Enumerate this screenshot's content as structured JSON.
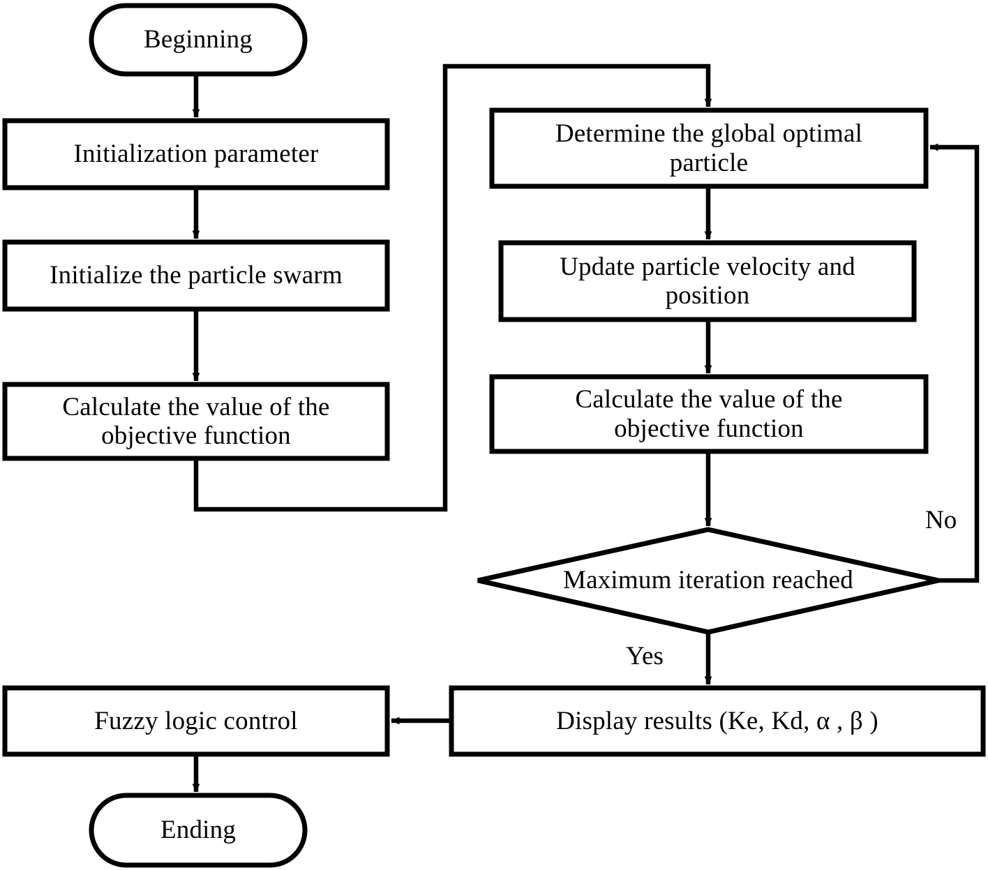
{
  "diagram": {
    "title": "PSO optimized fuzzy logic control flowchart",
    "stroke_color": "#000000",
    "fill_color": "#ffffff",
    "background": "#ffffff"
  },
  "nodes": {
    "beginning": {
      "label": "Beginning",
      "shape": "stadium"
    },
    "init_parameter": {
      "label": "Initialization parameter",
      "shape": "rect"
    },
    "init_swarm": {
      "label": "Initialize the particle swarm",
      "shape": "rect"
    },
    "calc_objective_left": {
      "label": "Calculate the value of the\nobjective function",
      "shape": "rect"
    },
    "determine_global": {
      "label": "Determine the global optimal\nparticle",
      "shape": "rect"
    },
    "update_particle": {
      "label": "Update particle velocity and\nposition",
      "shape": "rect"
    },
    "calc_objective_right": {
      "label": "Calculate the value of the\nobjective function",
      "shape": "rect"
    },
    "max_iteration": {
      "label": "Maximum iteration reached",
      "shape": "diamond"
    },
    "display_results": {
      "label": "Display results (Ke, Kd, α , β )",
      "shape": "rect"
    },
    "fuzzy_control": {
      "label": "Fuzzy logic control",
      "shape": "rect"
    },
    "ending": {
      "label": "Ending",
      "shape": "stadium"
    }
  },
  "edge_labels": {
    "no": "No",
    "yes": "Yes"
  },
  "edges": [
    {
      "from": "beginning",
      "to": "init_parameter",
      "label": ""
    },
    {
      "from": "init_parameter",
      "to": "init_swarm",
      "label": ""
    },
    {
      "from": "init_swarm",
      "to": "calc_objective_left",
      "label": ""
    },
    {
      "from": "calc_objective_left",
      "to": "determine_global",
      "label": ""
    },
    {
      "from": "determine_global",
      "to": "update_particle",
      "label": ""
    },
    {
      "from": "update_particle",
      "to": "calc_objective_right",
      "label": ""
    },
    {
      "from": "calc_objective_right",
      "to": "max_iteration",
      "label": ""
    },
    {
      "from": "max_iteration",
      "to": "determine_global",
      "label": "No"
    },
    {
      "from": "max_iteration",
      "to": "display_results",
      "label": "Yes"
    },
    {
      "from": "display_results",
      "to": "fuzzy_control",
      "label": ""
    },
    {
      "from": "fuzzy_control",
      "to": "ending",
      "label": ""
    }
  ]
}
